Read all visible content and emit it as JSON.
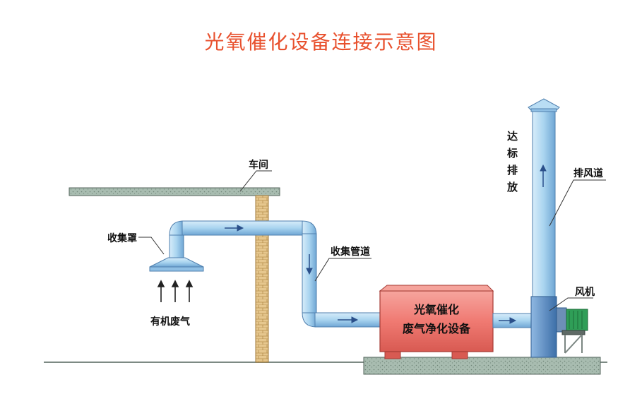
{
  "title": "光氧催化设备连接示意图",
  "labels": {
    "workshop": "车间",
    "hood": "收集罩",
    "exhaust_gas": "有机废气",
    "collection_pipe": "收集管道",
    "machine_line1": "光氧催化",
    "machine_line2": "废气净化设备",
    "exhaust_stack": "排风道",
    "fan": "风机",
    "emission": [
      "达",
      "标",
      "排",
      "放"
    ]
  },
  "colors": {
    "title": "#e8502d",
    "pipe": "#a9d4ef",
    "pipe_dark": "#5d8fbd",
    "machine": "#f07a72",
    "brick": "#e3c48a",
    "ground": "#9fb3a8",
    "motor": "#2f9e57"
  }
}
